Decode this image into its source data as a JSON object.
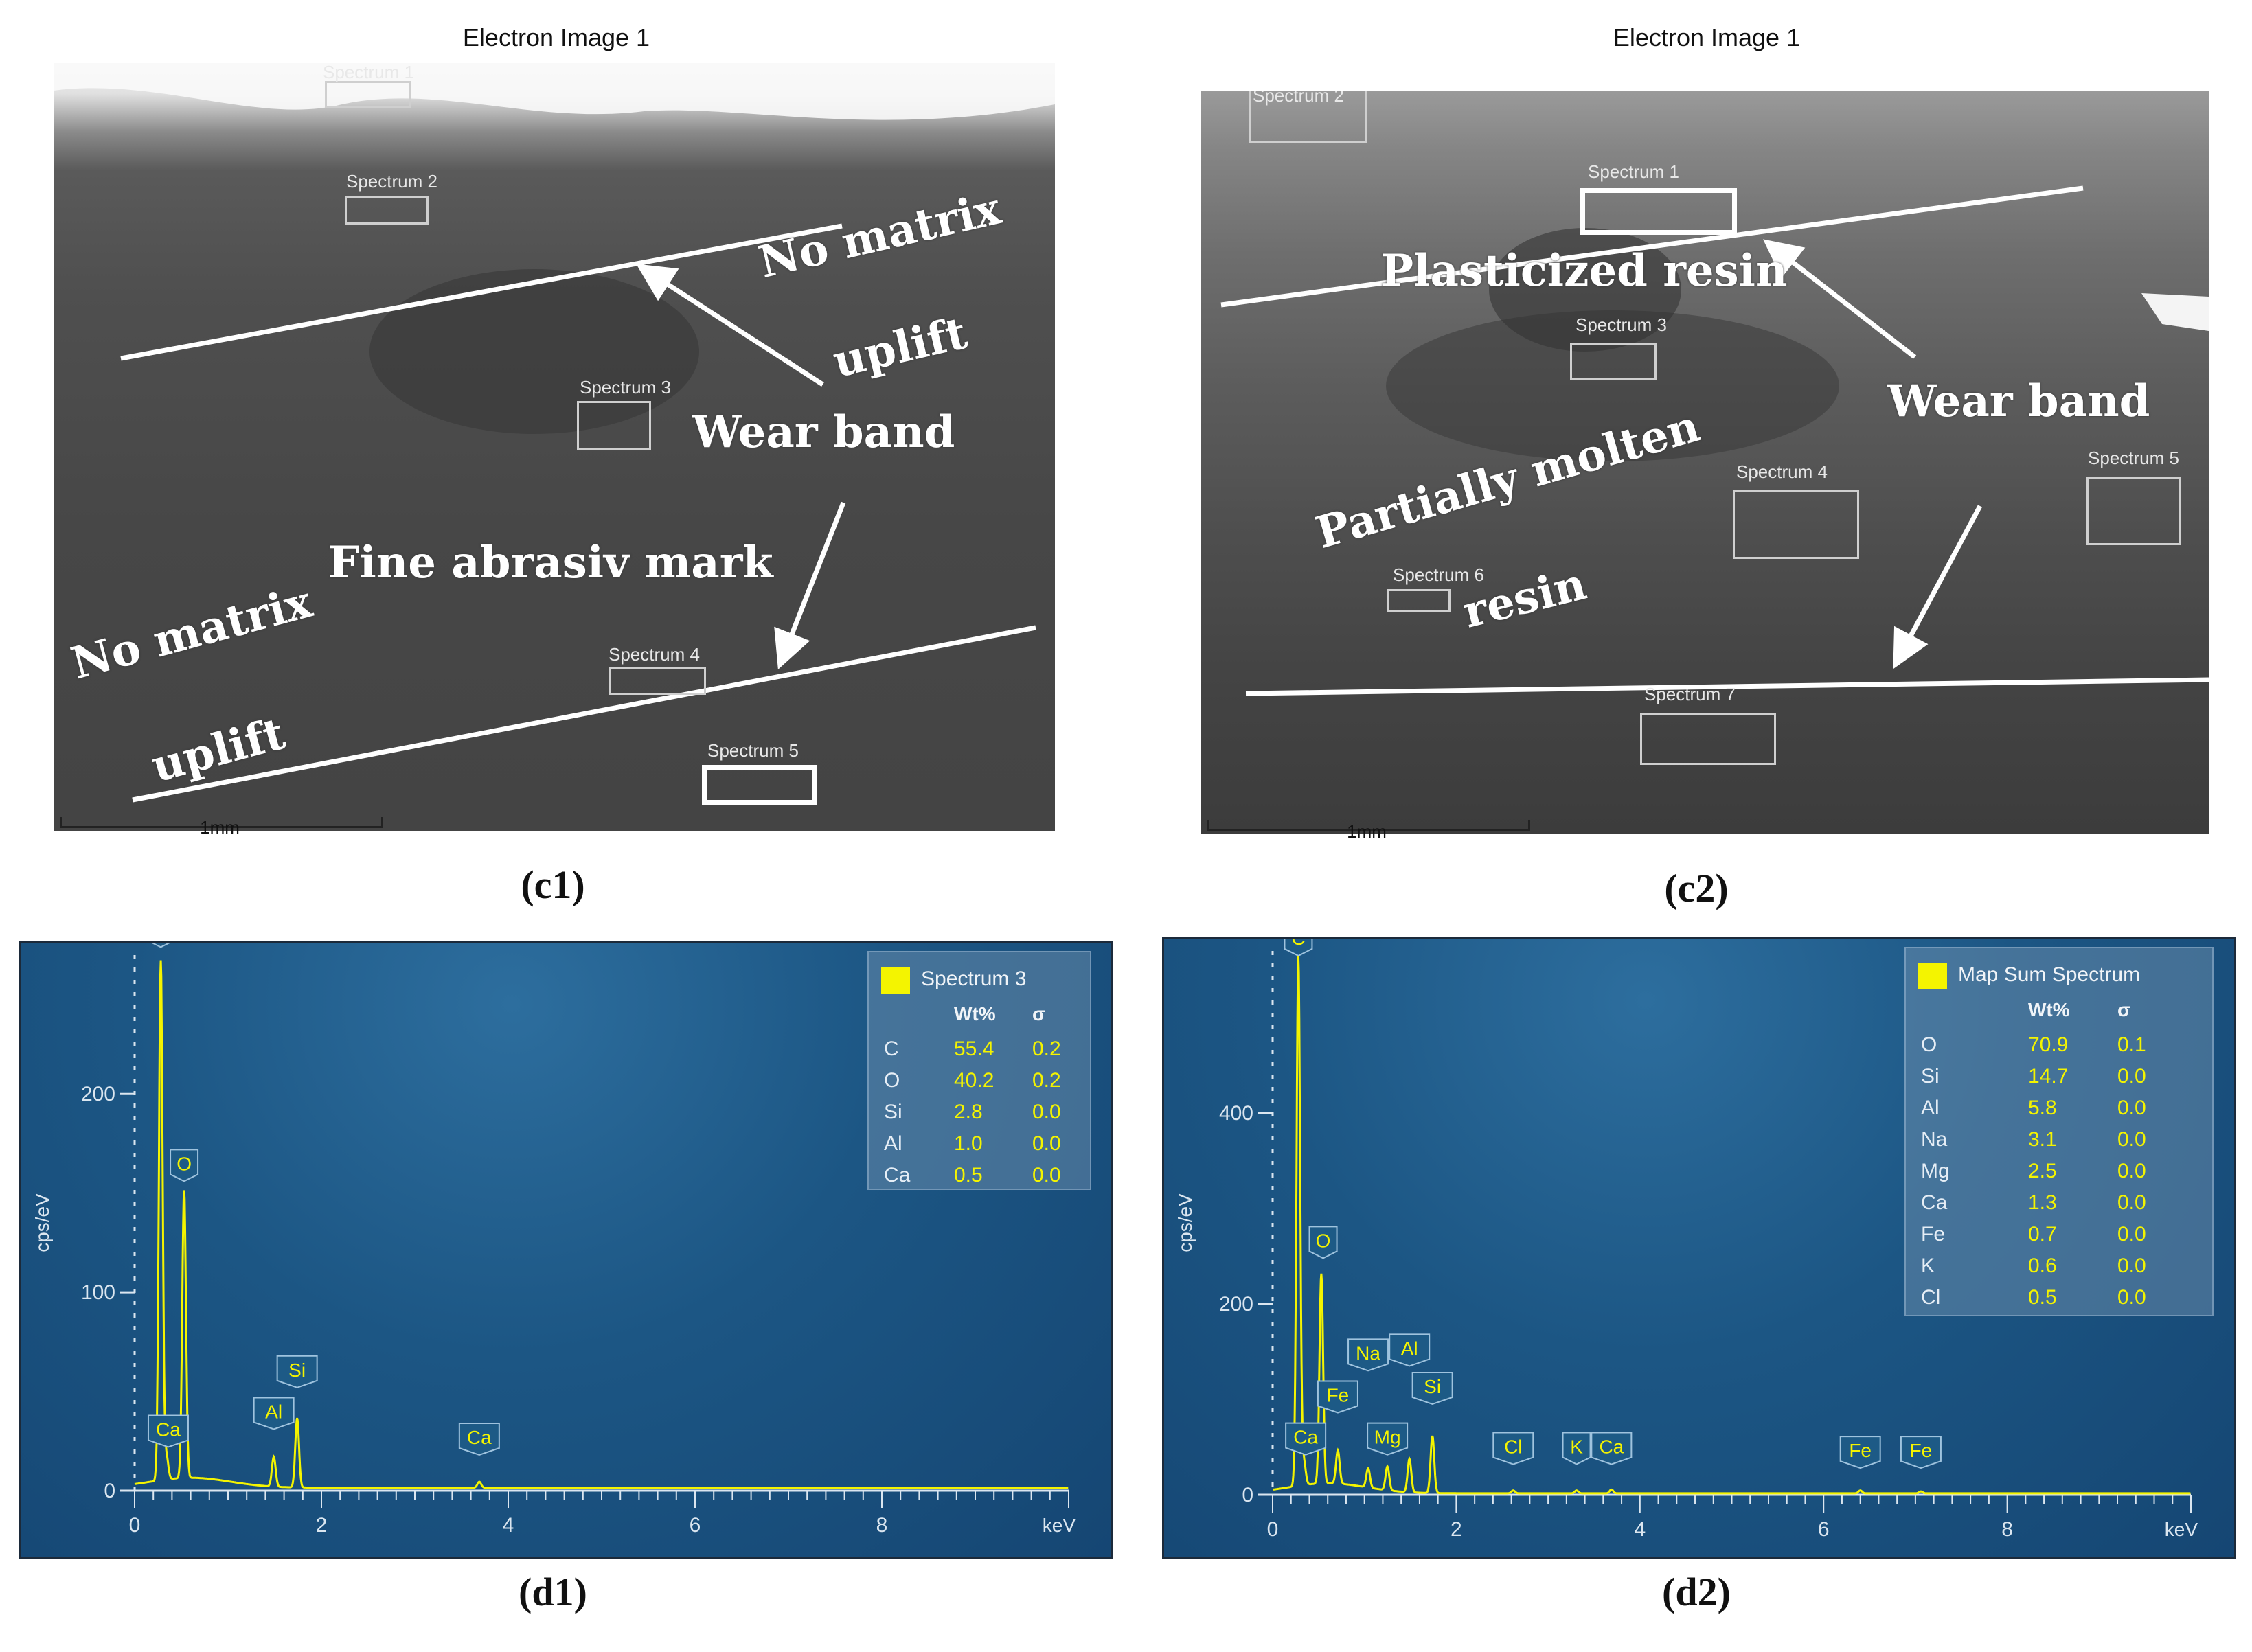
{
  "panels": {
    "c1": {
      "caption": "(c1)",
      "title": "Electron Image 1",
      "scale": "1mm",
      "spectra": [
        "Spectrum 1",
        "Spectrum 2",
        "Spectrum 3",
        "Spectrum 4",
        "Spectrum 5"
      ],
      "annotations": [
        "No matrix",
        "uplift",
        "Wear band",
        "Fine abrasiv mark",
        "No matrix",
        "uplift"
      ]
    },
    "c2": {
      "caption": "(c2)",
      "title": "Electron Image 1",
      "scale": "1mm",
      "spectra": [
        "Spectrum 2",
        "Spectrum 1",
        "Spectrum 3",
        "Spectrum 4",
        "Spectrum 5",
        "Spectrum 6",
        "Spectrum 7"
      ],
      "annotations": [
        "Plasticized resin",
        "Wear band",
        "Partially molten",
        "resin"
      ]
    },
    "d1": {
      "caption": "(d1)"
    },
    "d2": {
      "caption": "(d2)"
    }
  },
  "colors": {
    "eds_bg": "#1c5684",
    "spectrum_line": "#f4f400",
    "axis": "#dbe6f0"
  },
  "chart_data": [
    {
      "type": "line",
      "panel": "d1",
      "xlabel": "keV",
      "ylabel": "cps/eV",
      "xlim": [
        0,
        10
      ],
      "ylim": [
        0,
        270
      ],
      "xticks": [
        "0",
        "2",
        "4",
        "6",
        "8"
      ],
      "yticks": [
        "0",
        "100",
        "200"
      ],
      "legend": {
        "name": "Spectrum 3",
        "headers": [
          "Wt%",
          "σ"
        ],
        "position": "top-right",
        "rows": [
          [
            "C",
            "55.4",
            "0.2"
          ],
          [
            "O",
            "40.2",
            "0.2"
          ],
          [
            "Si",
            "2.8",
            "0.0"
          ],
          [
            "Al",
            "1.0",
            "0.0"
          ],
          [
            "Ca",
            "0.5",
            "0.0"
          ]
        ]
      },
      "peaks": [
        {
          "label": "C",
          "x": 0.28,
          "y": 262
        },
        {
          "label": "O",
          "x": 0.53,
          "y": 145
        },
        {
          "label": "Ca",
          "x": 0.34,
          "y": 12
        },
        {
          "label": "Al",
          "x": 1.49,
          "y": 15
        },
        {
          "label": "Si",
          "x": 1.74,
          "y": 35
        },
        {
          "label": "Ca",
          "x": 3.69,
          "y": 3
        }
      ],
      "label_points": [
        {
          "label": "C",
          "x": 0.28,
          "y": 274
        },
        {
          "label": "O",
          "x": 0.53,
          "y": 156
        },
        {
          "label": "Ca",
          "x": 0.36,
          "y": 22
        },
        {
          "label": "Al",
          "x": 1.49,
          "y": 31
        },
        {
          "label": "Si",
          "x": 1.74,
          "y": 52
        },
        {
          "label": "Ca",
          "x": 3.69,
          "y": 18
        }
      ]
    },
    {
      "type": "line",
      "panel": "d2",
      "xlabel": "keV",
      "ylabel": "cps/eV",
      "xlim": [
        0,
        10
      ],
      "ylim": [
        0,
        570
      ],
      "xticks": [
        "0",
        "2",
        "4",
        "6",
        "8"
      ],
      "yticks": [
        "0",
        "200",
        "400"
      ],
      "legend": {
        "name": "Map Sum Spectrum",
        "headers": [
          "Wt%",
          "σ"
        ],
        "position": "top-right",
        "rows": [
          [
            "O",
            "70.9",
            "0.1"
          ],
          [
            "Si",
            "14.7",
            "0.0"
          ],
          [
            "Al",
            "5.8",
            "0.0"
          ],
          [
            "Na",
            "3.1",
            "0.0"
          ],
          [
            "Mg",
            "2.5",
            "0.0"
          ],
          [
            "Ca",
            "1.3",
            "0.0"
          ],
          [
            "Fe",
            "0.7",
            "0.0"
          ],
          [
            "K",
            "0.6",
            "0.0"
          ],
          [
            "Cl",
            "0.5",
            "0.0"
          ]
        ]
      },
      "peaks": [
        {
          "label": "C",
          "x": 0.28,
          "y": 555
        },
        {
          "label": "O",
          "x": 0.53,
          "y": 220
        },
        {
          "label": "Ca",
          "x": 0.34,
          "y": 25
        },
        {
          "label": "Fe",
          "x": 0.71,
          "y": 35
        },
        {
          "label": "Na",
          "x": 1.04,
          "y": 20
        },
        {
          "label": "Mg",
          "x": 1.25,
          "y": 25
        },
        {
          "label": "Al",
          "x": 1.49,
          "y": 35
        },
        {
          "label": "Si",
          "x": 1.74,
          "y": 60
        },
        {
          "label": "Cl",
          "x": 2.62,
          "y": 3
        },
        {
          "label": "K",
          "x": 3.31,
          "y": 3
        },
        {
          "label": "Ca",
          "x": 3.69,
          "y": 4
        },
        {
          "label": "Fe",
          "x": 6.4,
          "y": 3
        },
        {
          "label": "Fe",
          "x": 7.06,
          "y": 2
        }
      ],
      "label_points": [
        {
          "label": "C",
          "x": 0.28,
          "y": 565
        },
        {
          "label": "O",
          "x": 0.55,
          "y": 248
        },
        {
          "label": "Ca",
          "x": 0.36,
          "y": 42
        },
        {
          "label": "Fe",
          "x": 0.71,
          "y": 86
        },
        {
          "label": "Na",
          "x": 1.04,
          "y": 130
        },
        {
          "label": "Mg",
          "x": 1.25,
          "y": 42
        },
        {
          "label": "Al",
          "x": 1.49,
          "y": 135
        },
        {
          "label": "Si",
          "x": 1.74,
          "y": 95
        },
        {
          "label": "Cl",
          "x": 2.62,
          "y": 32
        },
        {
          "label": "K",
          "x": 3.31,
          "y": 32
        },
        {
          "label": "Ca",
          "x": 3.69,
          "y": 32
        },
        {
          "label": "Fe",
          "x": 6.4,
          "y": 28
        },
        {
          "label": "Fe",
          "x": 7.06,
          "y": 28
        }
      ]
    }
  ]
}
